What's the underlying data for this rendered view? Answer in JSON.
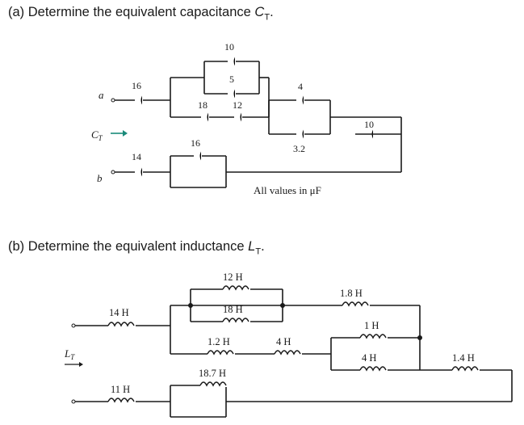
{
  "part_a": {
    "question_prefix": "(a) Determine the equivalent capacitance ",
    "symbol": "C",
    "symbol_sub": "T",
    "question_suffix": ".",
    "terminal_a": "a",
    "terminal_b": "b",
    "ct_label": "C",
    "ct_sub": "T",
    "caps": {
      "c16_top": "16",
      "c14": "14",
      "c10_top": "10",
      "c5": "5",
      "c18": "18",
      "c12": "12",
      "c16_mid": "16",
      "c4": "4",
      "c3_2": "3.2",
      "c10_right": "10"
    },
    "note": "All values in μF",
    "colors": {
      "arrow": "#1a8a7a"
    }
  },
  "part_b": {
    "question_prefix": "(b) Determine the equivalent inductance ",
    "symbol": "L",
    "symbol_sub": "T",
    "question_suffix": ".",
    "lt_label": "L",
    "lt_sub": "T",
    "inductors": {
      "l14": "14 H",
      "l11": "11 H",
      "l12": "12 H",
      "l18": "18 H",
      "l1_2": "1.2 H",
      "l18_7": "18.7 H",
      "l4_mid": "4 H",
      "l1_8": "1.8 H",
      "l1": "1 H",
      "l4_right": "4 H",
      "l1_4": "1.4 H"
    }
  }
}
